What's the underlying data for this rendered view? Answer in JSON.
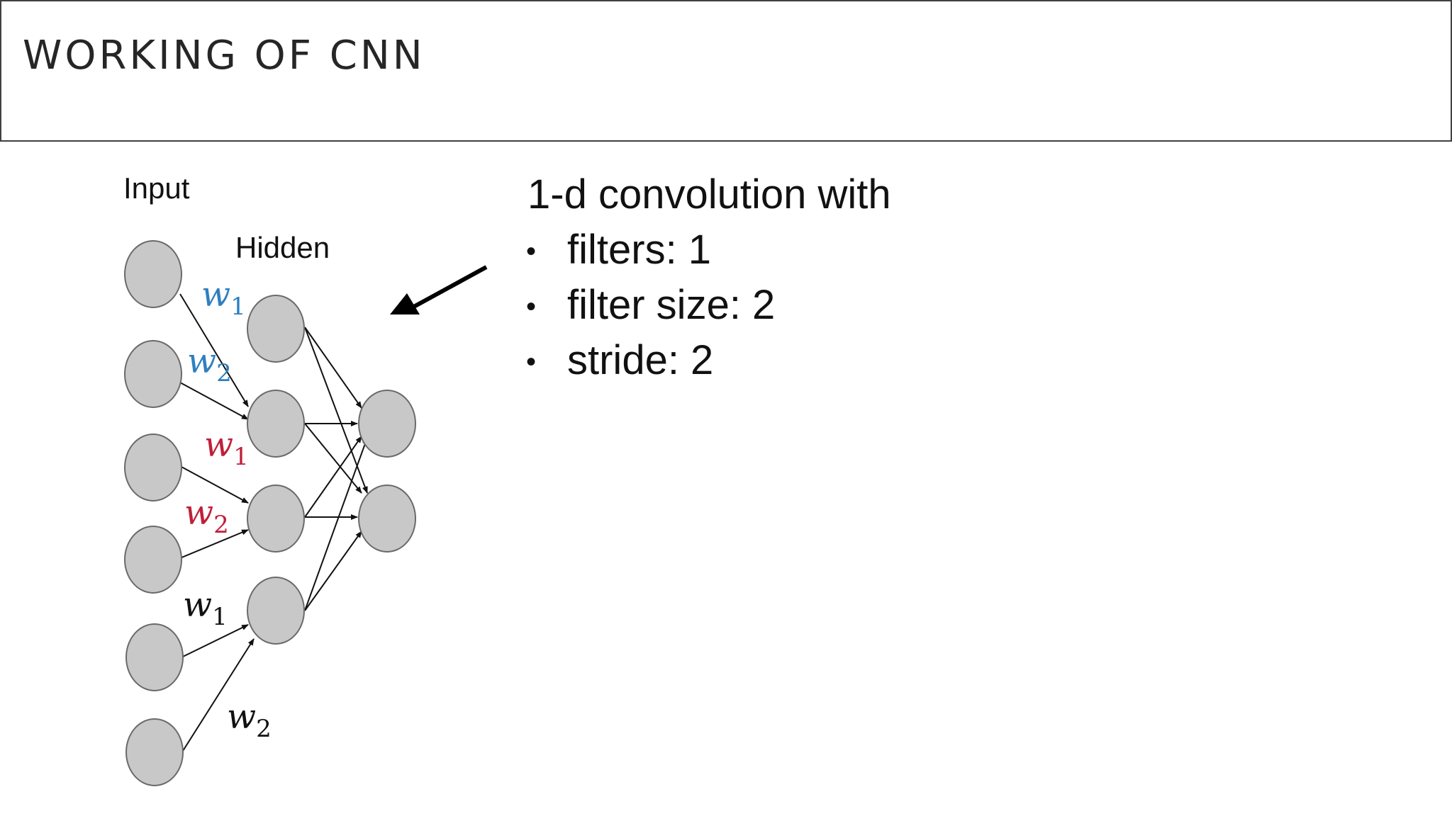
{
  "slide": {
    "title": "WORKING OF CNN"
  },
  "diagram": {
    "layers": [
      {
        "label": "Input",
        "nodes": 6
      },
      {
        "label": "Hidden",
        "nodes": 4
      },
      {
        "label": "",
        "nodes": 2
      }
    ],
    "weights": [
      {
        "symbol": "w",
        "sub": "1",
        "color": "#2e7fbf"
      },
      {
        "symbol": "w",
        "sub": "2",
        "color": "#2e7fbf"
      },
      {
        "symbol": "w",
        "sub": "1",
        "color": "#c0203a"
      },
      {
        "symbol": "w",
        "sub": "2",
        "color": "#c0203a"
      },
      {
        "symbol": "w",
        "sub": "1",
        "color": "#111111"
      },
      {
        "symbol": "w",
        "sub": "2",
        "color": "#111111"
      }
    ],
    "info": {
      "heading": "1-d convolution with",
      "bullet_glyph": "•",
      "bullets": [
        "filters: 1",
        "filter size: 2",
        "stride: 2"
      ]
    }
  }
}
